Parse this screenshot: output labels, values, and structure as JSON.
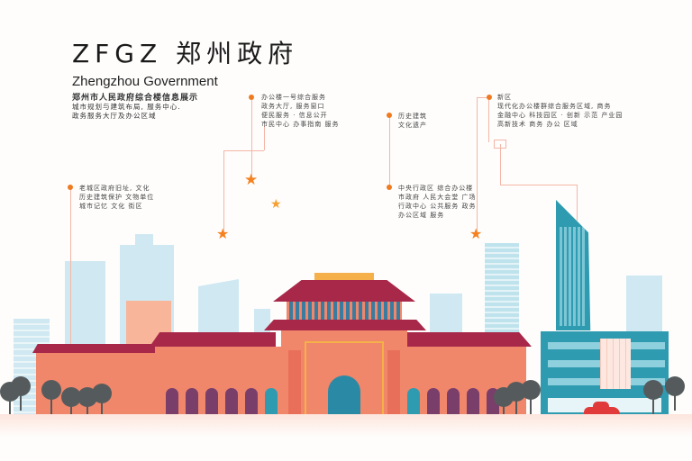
{
  "header": {
    "title": "Zhengzhou Government",
    "title_display": "ZFGZ 郑州政府",
    "subtitle": "Zhengzhou Government",
    "description_lines": [
      "郑州市人民政府综合楼信息展示",
      "城市规划与建筑布局, 服务中心.",
      "政务服务大厅及办公区域"
    ]
  },
  "callouts": [
    {
      "id": "callout-1",
      "lines": [
        "办公楼一号综合服务",
        "政务大厅, 服务窗口",
        "便民服务 · 信息公开",
        "市民中心 办事指南 服务"
      ]
    },
    {
      "id": "callout-2",
      "lines": [
        "历史建筑",
        "文化遗产"
      ]
    },
    {
      "id": "callout-3",
      "lines": [
        "新区",
        "现代化办公楼群综合服务区域, 商务",
        "金融中心 科技园区 · 创新 示范 产业园",
        "高新技术 商务 办公 区域"
      ]
    },
    {
      "id": "callout-4",
      "lines": [
        "老城区政府旧址, 文化",
        "历史建筑保护 文物单位",
        "城市记忆 文化 街区"
      ]
    },
    {
      "id": "callout-5",
      "lines": [
        "中央行政区 综合办公楼",
        "市政府 人民大会堂 广场",
        "行政中心 公共服务 政务",
        "办公区域 服务"
      ]
    }
  ],
  "colors": {
    "accent_orange": "#f07a20",
    "roof_red": "#a8284a",
    "wall_coral": "#f0866a",
    "teal": "#2f9bb0",
    "sky_blue": "#cfe8f1",
    "tree_gray": "#555b5d",
    "car_red": "#e03a3a"
  },
  "icons": {
    "star": "★",
    "callout_dot": "●"
  }
}
